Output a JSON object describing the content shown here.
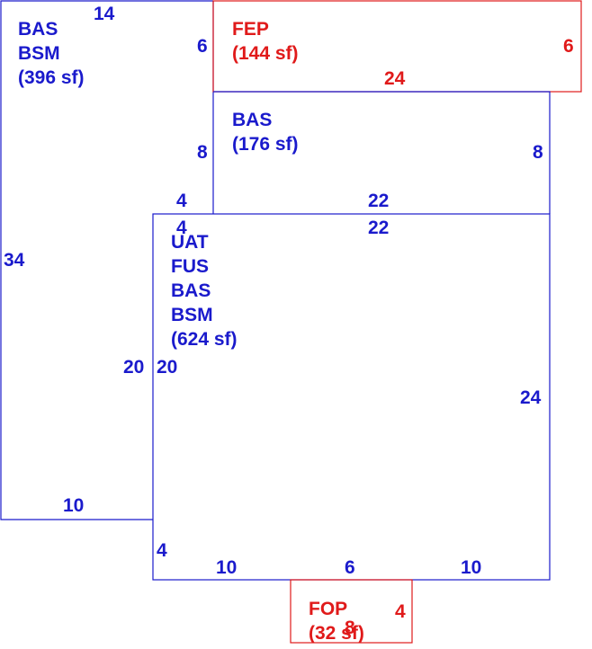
{
  "areas": {
    "bas_bsm_left": {
      "lines": [
        "BAS",
        "BSM",
        "(396 sf)"
      ],
      "color": "#1a1acc"
    },
    "fep": {
      "lines": [
        "FEP",
        "(144 sf)"
      ],
      "color": "#e01a1a"
    },
    "bas_upper": {
      "lines": [
        "BAS",
        "(176 sf)"
      ],
      "color": "#1a1acc"
    },
    "main": {
      "lines": [
        "UAT",
        "FUS",
        "BAS",
        "BSM",
        "(624 sf)"
      ],
      "color": "#1a1acc"
    },
    "fop": {
      "lines": [
        "FOP",
        "(32 sf)"
      ],
      "color": "#e01a1a"
    }
  },
  "dimensions": {
    "left_top": "14",
    "left_side": "34",
    "left_bottom": "10",
    "left_inner_right_top": "6",
    "left_inner_right_mid": "8",
    "left_step_a": "4",
    "left_step_b": "4",
    "fep_bottom": "24",
    "fep_right": "6",
    "bas_upper_right": "8",
    "bas_upper_bottom": "22",
    "main_top": "22",
    "main_left_outer": "20",
    "main_left_inner": "20",
    "main_right": "24",
    "main_left_lower": "4",
    "main_bottom_left": "10",
    "main_bottom_mid": "6",
    "main_bottom_right": "10",
    "fop_right": "4",
    "fop_bottom": "8"
  }
}
